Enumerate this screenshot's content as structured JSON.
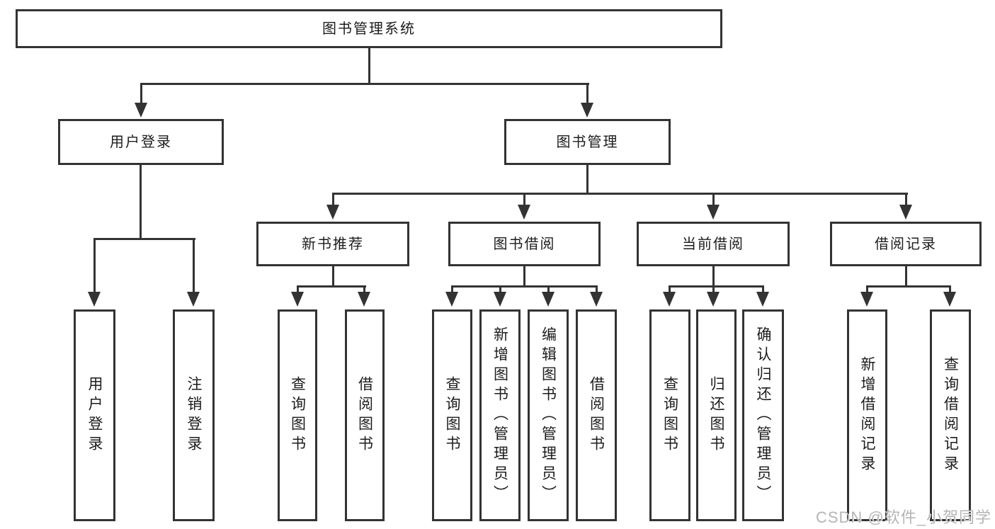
{
  "root": {
    "label": "图书管理系统"
  },
  "level1": [
    {
      "label": "用户登录"
    },
    {
      "label": "图书管理"
    }
  ],
  "level2": [
    {
      "label": "新书推荐"
    },
    {
      "label": "图书借阅"
    },
    {
      "label": "当前借阅"
    },
    {
      "label": "借阅记录"
    }
  ],
  "leaves": {
    "user_login": [
      "用户登录",
      "注销登录"
    ],
    "new_book": [
      "查询图书",
      "借阅图书"
    ],
    "book_borrow": [
      "查询图书",
      "新增图书（管理员）",
      "编辑图书（管理员）",
      "借阅图书"
    ],
    "current_borrow": [
      "查询图书",
      "归还图书",
      "确认归还（管理员）"
    ],
    "borrow_record": [
      "新增借阅记录",
      "查询借阅记录"
    ]
  },
  "watermark": {
    "text": "CSDN @软件_小贺同学"
  },
  "colors": {
    "line": "#333333",
    "text": "#1c1c1c",
    "watermark": "#b5b5b5",
    "background": "#ffffff"
  }
}
